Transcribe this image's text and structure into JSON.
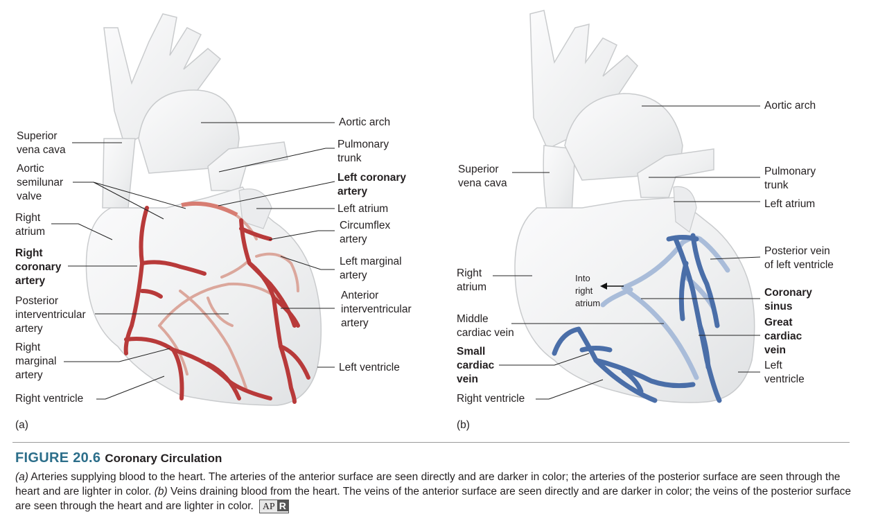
{
  "panel_a": {
    "tag": "(a)",
    "labels": {
      "svc": "Superior\nvena cava",
      "asv": "Aortic\nsemilunar\nvalve",
      "ra": "Right\natrium",
      "rca": "Right\ncoronary\nartery",
      "piv": "Posterior\ninterventricular\nartery",
      "rma": "Right\nmarginal\nartery",
      "rv": "Right ventricle",
      "aa": "Aortic arch",
      "pt": "Pulmonary\ntrunk",
      "lca": "Left coronary\nartery",
      "la": "Left atrium",
      "cx": "Circumflex\nartery",
      "lma": "Left marginal\nartery",
      "aiv": "Anterior\ninterventricular\nartery",
      "lv": "Left ventricle"
    }
  },
  "panel_b": {
    "tag": "(b)",
    "labels": {
      "aa": "Aortic arch",
      "svc": "Superior\nvena cava",
      "pt": "Pulmonary\ntrunk",
      "la": "Left atrium",
      "pvlv": "Posterior vein\nof left ventricle",
      "ra": "Right\natrium",
      "into": "Into\nright\natrium",
      "cs": "Coronary\nsinus",
      "mcv": "Middle\ncardiac vein",
      "gcv": "Great\ncardiac\nvein",
      "scv": "Small\ncardiac\nvein",
      "lv": "Left\nventricle",
      "rv": "Right ventricle"
    }
  },
  "caption": {
    "number": "FIGURE 20.6",
    "title": "Coronary Circulation",
    "text_a_tag": "(a)",
    "text_a": " Arteries supplying blood to the heart. The arteries of the anterior surface are seen directly and are darker in color; the arteries of the posterior surface are seen through the heart and are lighter in color. ",
    "text_b_tag": "(b)",
    "text_b": " Veins draining blood from the heart. The veins of the anterior surface are seen directly and are darker in color; the veins of the posterior surface are seen through the heart and are lighter in color.",
    "badge_left": "AP",
    "badge_right": "R"
  },
  "colors": {
    "artery": "#b83a3a",
    "artery_light": "#dba79c",
    "vein": "#4a6ea8",
    "vein_light": "#a9bcd9",
    "heart_fill": "#f2f3f4",
    "heart_edge": "#c9cbcd",
    "caption_accent": "#2c6e8a"
  }
}
